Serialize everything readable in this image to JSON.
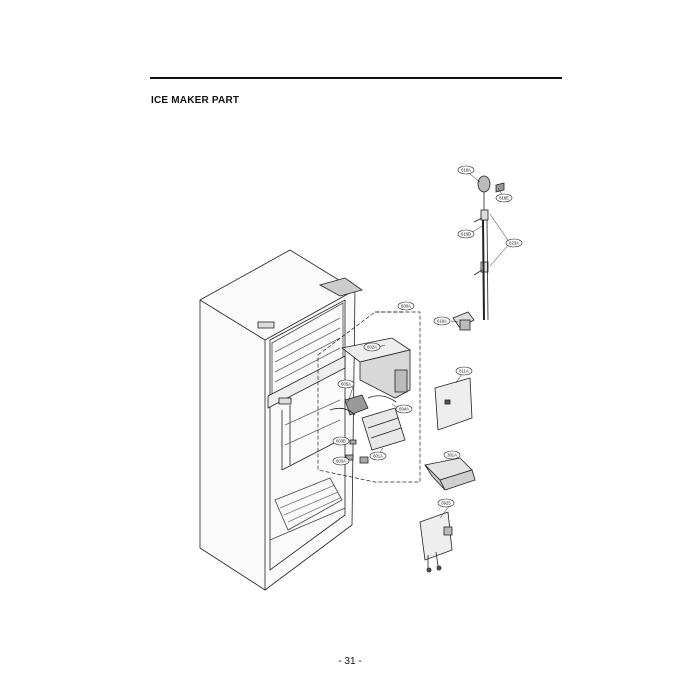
{
  "section_title": "ICE MAKER PART",
  "page_number": "- 31 -",
  "part_labels": {
    "p618A": "618A",
    "p618E": "618E",
    "p618D": "618D",
    "p623A": "623A",
    "p600A": "600A",
    "p619A": "619A",
    "p602A": "602A",
    "p605A": "605A",
    "p604A": "604A",
    "p611A": "611A",
    "p603B": "603B",
    "p603A": "603A",
    "p601A": "601A",
    "p301A": "301A",
    "p6925": "6925"
  }
}
